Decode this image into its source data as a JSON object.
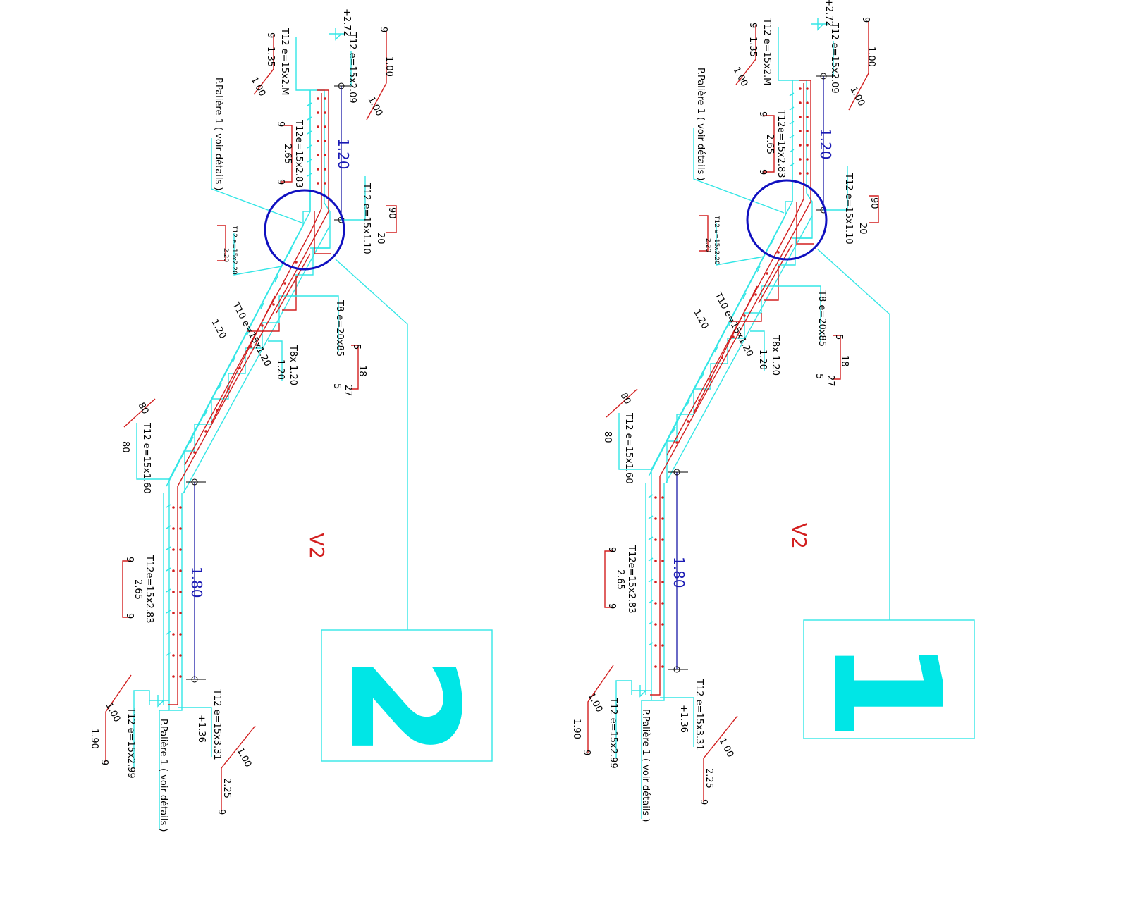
{
  "drawing_labels": {
    "top_elevation": "+2.72",
    "bottom_elevation": "+1.36",
    "flight_name": "V2",
    "landing_note": "P.Palière 1 ( voir détails )",
    "upper_landing_length": "1.20",
    "lower_landing_length": "1.80"
  },
  "views": [
    {
      "number": "2",
      "bars": {
        "b1": "T12 e=15x2.09",
        "b2": "T12 e=15x2.M",
        "b3": "T12e=15x2.83",
        "b4": "T12 e=15x1.10",
        "b5": "T12 e=15x2.20",
        "b6": "T10 e=15x1.20",
        "b7": "T8 e=20x85",
        "b8": "T8x 1.20",
        "b9": "T12 e=15x1.60",
        "b10": "T12e=15x2.83",
        "b11": "T12 e=15x3.31",
        "b12": "T12 e=15x2.99"
      },
      "shapes": {
        "s_top_a": "1.00",
        "s_top_a2": "1.00",
        "s_top_a_leg": "9",
        "s_top_b": "1.35",
        "s_top_b2": "1.00",
        "s_top_b_leg": "9",
        "s_265a": "2.65",
        "s_265a_l1": "9",
        "s_265a_l2": "9",
        "s_90": "90",
        "s_20": "20",
        "s_220": "2.20",
        "s_120a": "1.20",
        "s_5a": "5",
        "s_18": "18",
        "s_5b": "5",
        "s_27": "27",
        "s_120b": "1.20",
        "s_80a": "80",
        "s_80b": "80",
        "s_265b": "2.65",
        "s_265b_l1": "9",
        "s_265b_l2": "9",
        "s_bot_a": "1.00",
        "s_bot_a2": "1.90",
        "s_bot_a_leg": "9",
        "s_bot_b": "1.00",
        "s_bot_b2": "2.25",
        "s_bot_b_leg": "9"
      }
    },
    {
      "number": "1",
      "bars": {
        "b1": "T12 e=15x2.09",
        "b2": "T12 e=15x2.M",
        "b3": "T12e=15x2.83",
        "b4": "T12 e=15x1.10",
        "b5": "T12 e=15x2.20",
        "b6": "T10 e=15x1.20",
        "b7": "T8 e=20x85",
        "b8": "T8x 1.20",
        "b9": "T12 e=15x1.60",
        "b10": "T12e=15x2.83",
        "b11": "T12 e=15x3.31",
        "b12": "T12 e=15x2.99"
      },
      "shapes": {
        "s_top_a": "1.00",
        "s_top_a2": "1.00",
        "s_top_a_leg": "9",
        "s_top_b": "1.35",
        "s_top_b2": "1.00",
        "s_top_b_leg": "9",
        "s_265a": "2.65",
        "s_265a_l1": "9",
        "s_265a_l2": "9",
        "s_90": "90",
        "s_20": "20",
        "s_220": "2.20",
        "s_120a": "1.20",
        "s_5a": "5",
        "s_18": "18",
        "s_5b": "5",
        "s_27": "27",
        "s_120b": "1.20",
        "s_80a": "80",
        "s_80b": "80",
        "s_265b": "2.65",
        "s_265b_l1": "9",
        "s_265b_l2": "9",
        "s_bot_a": "1.00",
        "s_bot_a2": "1.90",
        "s_bot_a_leg": "9",
        "s_bot_b": "1.00",
        "s_bot_b2": "2.25",
        "s_bot_b_leg": "9"
      }
    }
  ],
  "colors": {
    "concrete": "#33e6e6",
    "rebar": "#d21f1f",
    "dimension": "#1a1aa8",
    "detail_circle": "#1010c0",
    "title_block": "#00e6e6"
  }
}
